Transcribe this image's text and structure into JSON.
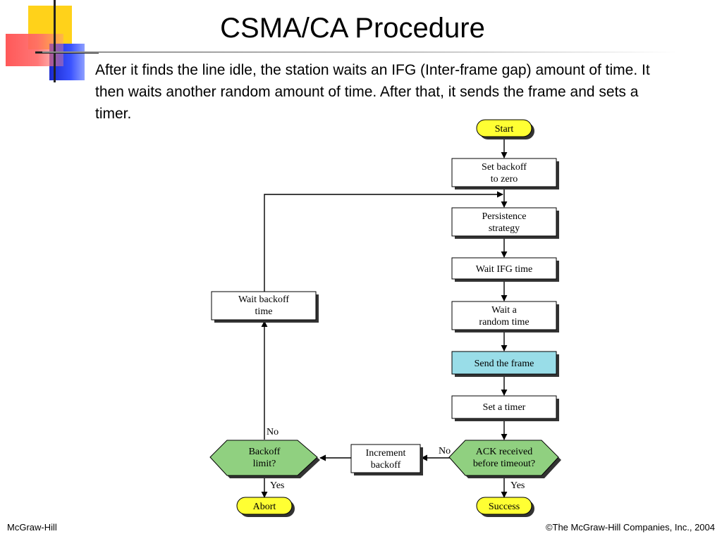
{
  "slide": {
    "title": "CSMA/CA Procedure",
    "body": "After it finds the line idle, the station waits an IFG (Inter-frame gap) amount of time. It then waits another random amount of time. After that, it sends the frame and sets a timer."
  },
  "flowchart": {
    "start": "Start",
    "set_backoff": [
      "Set backoff",
      "to zero"
    ],
    "persistence": [
      "Persistence",
      "strategy"
    ],
    "wait_ifg": "Wait IFG time",
    "wait_random": [
      "Wait a",
      "random time"
    ],
    "send_frame": "Send the frame",
    "set_timer": "Set a timer",
    "ack_decision": [
      "ACK received",
      "before timeout?"
    ],
    "increment_backoff": [
      "Increment",
      "backoff"
    ],
    "backoff_limit": [
      "Backoff",
      "limit?"
    ],
    "wait_backoff": [
      "Wait backoff",
      "time"
    ],
    "success": "Success",
    "abort": "Abort",
    "label_no_ack": "No",
    "label_yes_ack": "Yes",
    "label_no_limit": "No",
    "label_yes_limit": "Yes"
  },
  "colors": {
    "terminal": "#ffff33",
    "decision": "#90d080",
    "highlight": "#99dde8",
    "deco_yellow": "#ffd21a",
    "deco_red": "#ff5a5a",
    "deco_blue": "#2230d0"
  },
  "footer": {
    "left": "McGraw-Hill",
    "right": "©The McGraw-Hill Companies, Inc., 2004"
  }
}
